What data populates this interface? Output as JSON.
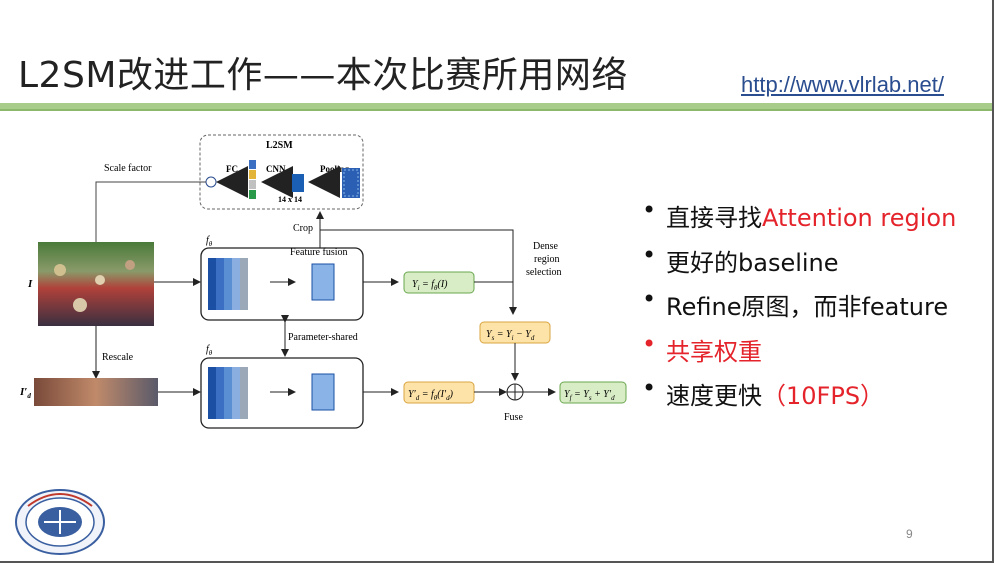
{
  "slide": {
    "title": "L2SM改进工作——本次比赛所用网络",
    "url": "http://www.vlrlab.net/",
    "page_number": "9"
  },
  "diagram": {
    "l2sm_title": "L2SM",
    "fc": "FC",
    "cnn": "CNN",
    "pooling": "Pooling",
    "size": "14 x 14",
    "scale_factor": "Scale factor",
    "crop": "Crop",
    "f_theta_top": "f",
    "f_theta_bottom": "f",
    "theta": "θ",
    "feature_fusion": "Feature fusion",
    "dense_line1": "Dense",
    "dense_line2": "region",
    "dense_line3": "selection",
    "input_i": "I",
    "input_id": "I′",
    "input_id_sub": "d",
    "rescale": "Rescale",
    "parameter_shared": "Parameter-shared",
    "yi": "Y",
    "yi_rest": " = f",
    "ys": "Y",
    "yd": "Y′",
    "yf": "Y",
    "fuse": "Fuse"
  },
  "bullets": [
    {
      "prefix": "直接寻找",
      "highlight": "Attention region",
      "suffix": ""
    },
    {
      "prefix": "更好的baseline",
      "highlight": "",
      "suffix": ""
    },
    {
      "prefix": "Refine原图，而非feature",
      "highlight": "",
      "suffix": ""
    },
    {
      "prefix": "",
      "highlight": "共享权重",
      "suffix": ""
    },
    {
      "prefix": "速度更快",
      "highlight": "（10FPS）",
      "suffix": ""
    }
  ],
  "colors": {
    "accent_green": "#a8cd8a",
    "red_highlight": "#e4232b",
    "box_green": "#d8ecc6",
    "box_orange": "#fde3a7",
    "blue_feature": "#5b8fd4"
  },
  "icons": {
    "logo": "hust-university-seal",
    "bullet": "•"
  }
}
